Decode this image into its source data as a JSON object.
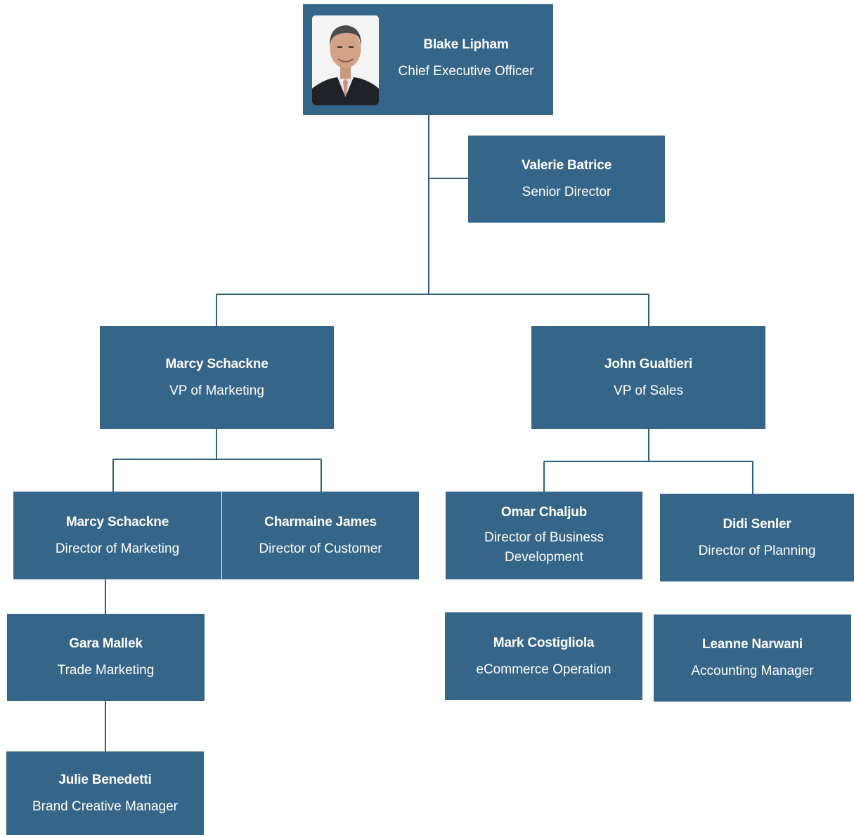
{
  "colors": {
    "node_fill": "#35668a",
    "connector": "#2f5f80",
    "text": "#ffffff",
    "background": "#ffffff"
  },
  "nodes": {
    "ceo": {
      "name": "Blake Lipham",
      "role": "Chief Executive Officer",
      "photo": "person-photo"
    },
    "senior_director": {
      "name": "Valerie Batrice",
      "role": "Senior Director"
    },
    "vp_marketing": {
      "name": "Marcy Schackne",
      "role": "VP of Marketing"
    },
    "vp_sales": {
      "name": "John Gualtieri",
      "role": "VP of Sales"
    },
    "director_marketing": {
      "name": "Marcy Schackne",
      "role": "Director of Marketing"
    },
    "director_customer": {
      "name": "Charmaine James",
      "role": "Director of Customer"
    },
    "director_business_dev": {
      "name": "Omar Chaljub",
      "role": "Director of Business Development"
    },
    "director_planning": {
      "name": "Didi Senler",
      "role": "Director of Planning"
    },
    "trade_marketing": {
      "name": "Gara Mallek",
      "role": "Trade Marketing"
    },
    "ecommerce": {
      "name": "Mark Costigliola",
      "role": "eCommerce Operation"
    },
    "accounting": {
      "name": "Leanne Narwani",
      "role": "Accounting Manager"
    },
    "brand_creative": {
      "name": "Julie Benedetti",
      "role": "Brand Creative Manager"
    }
  }
}
